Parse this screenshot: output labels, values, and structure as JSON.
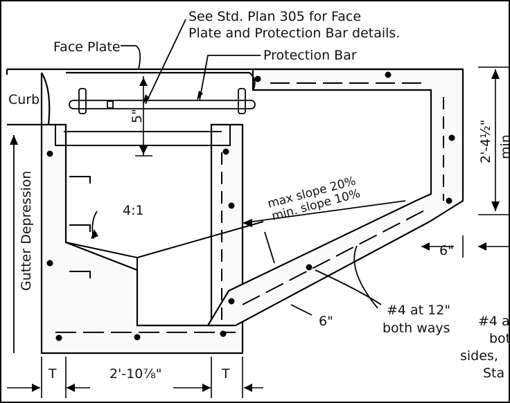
{
  "labels": {
    "std_plan_line1": "See Std. Plan 305 for Face",
    "std_plan_line2": "Plate and Protection Bar details.",
    "face_plate": "Face Plate",
    "protection_bar": "Protection Bar",
    "curb": "Curb",
    "gutter_depression": "Gutter Depression",
    "max_slope": "max slope 20%",
    "min_slope": "min. slope 10%",
    "ratio": "4:1",
    "rebar_line1": "#4 at 12\"",
    "rebar_line2": "both ways",
    "six_in_callout": "6\"",
    "cutoff_line1": "#4 a",
    "cutoff_line2": "bot",
    "cutoff_line3": "sides,",
    "cutoff_line4": "Sta"
  },
  "dimensions": {
    "five_in": "5\"",
    "height": "2'-4½\"",
    "min": "min.",
    "six_in_right": "6\"",
    "t_left": "T",
    "width": "2'-10⅞\"",
    "t_right": "T"
  }
}
